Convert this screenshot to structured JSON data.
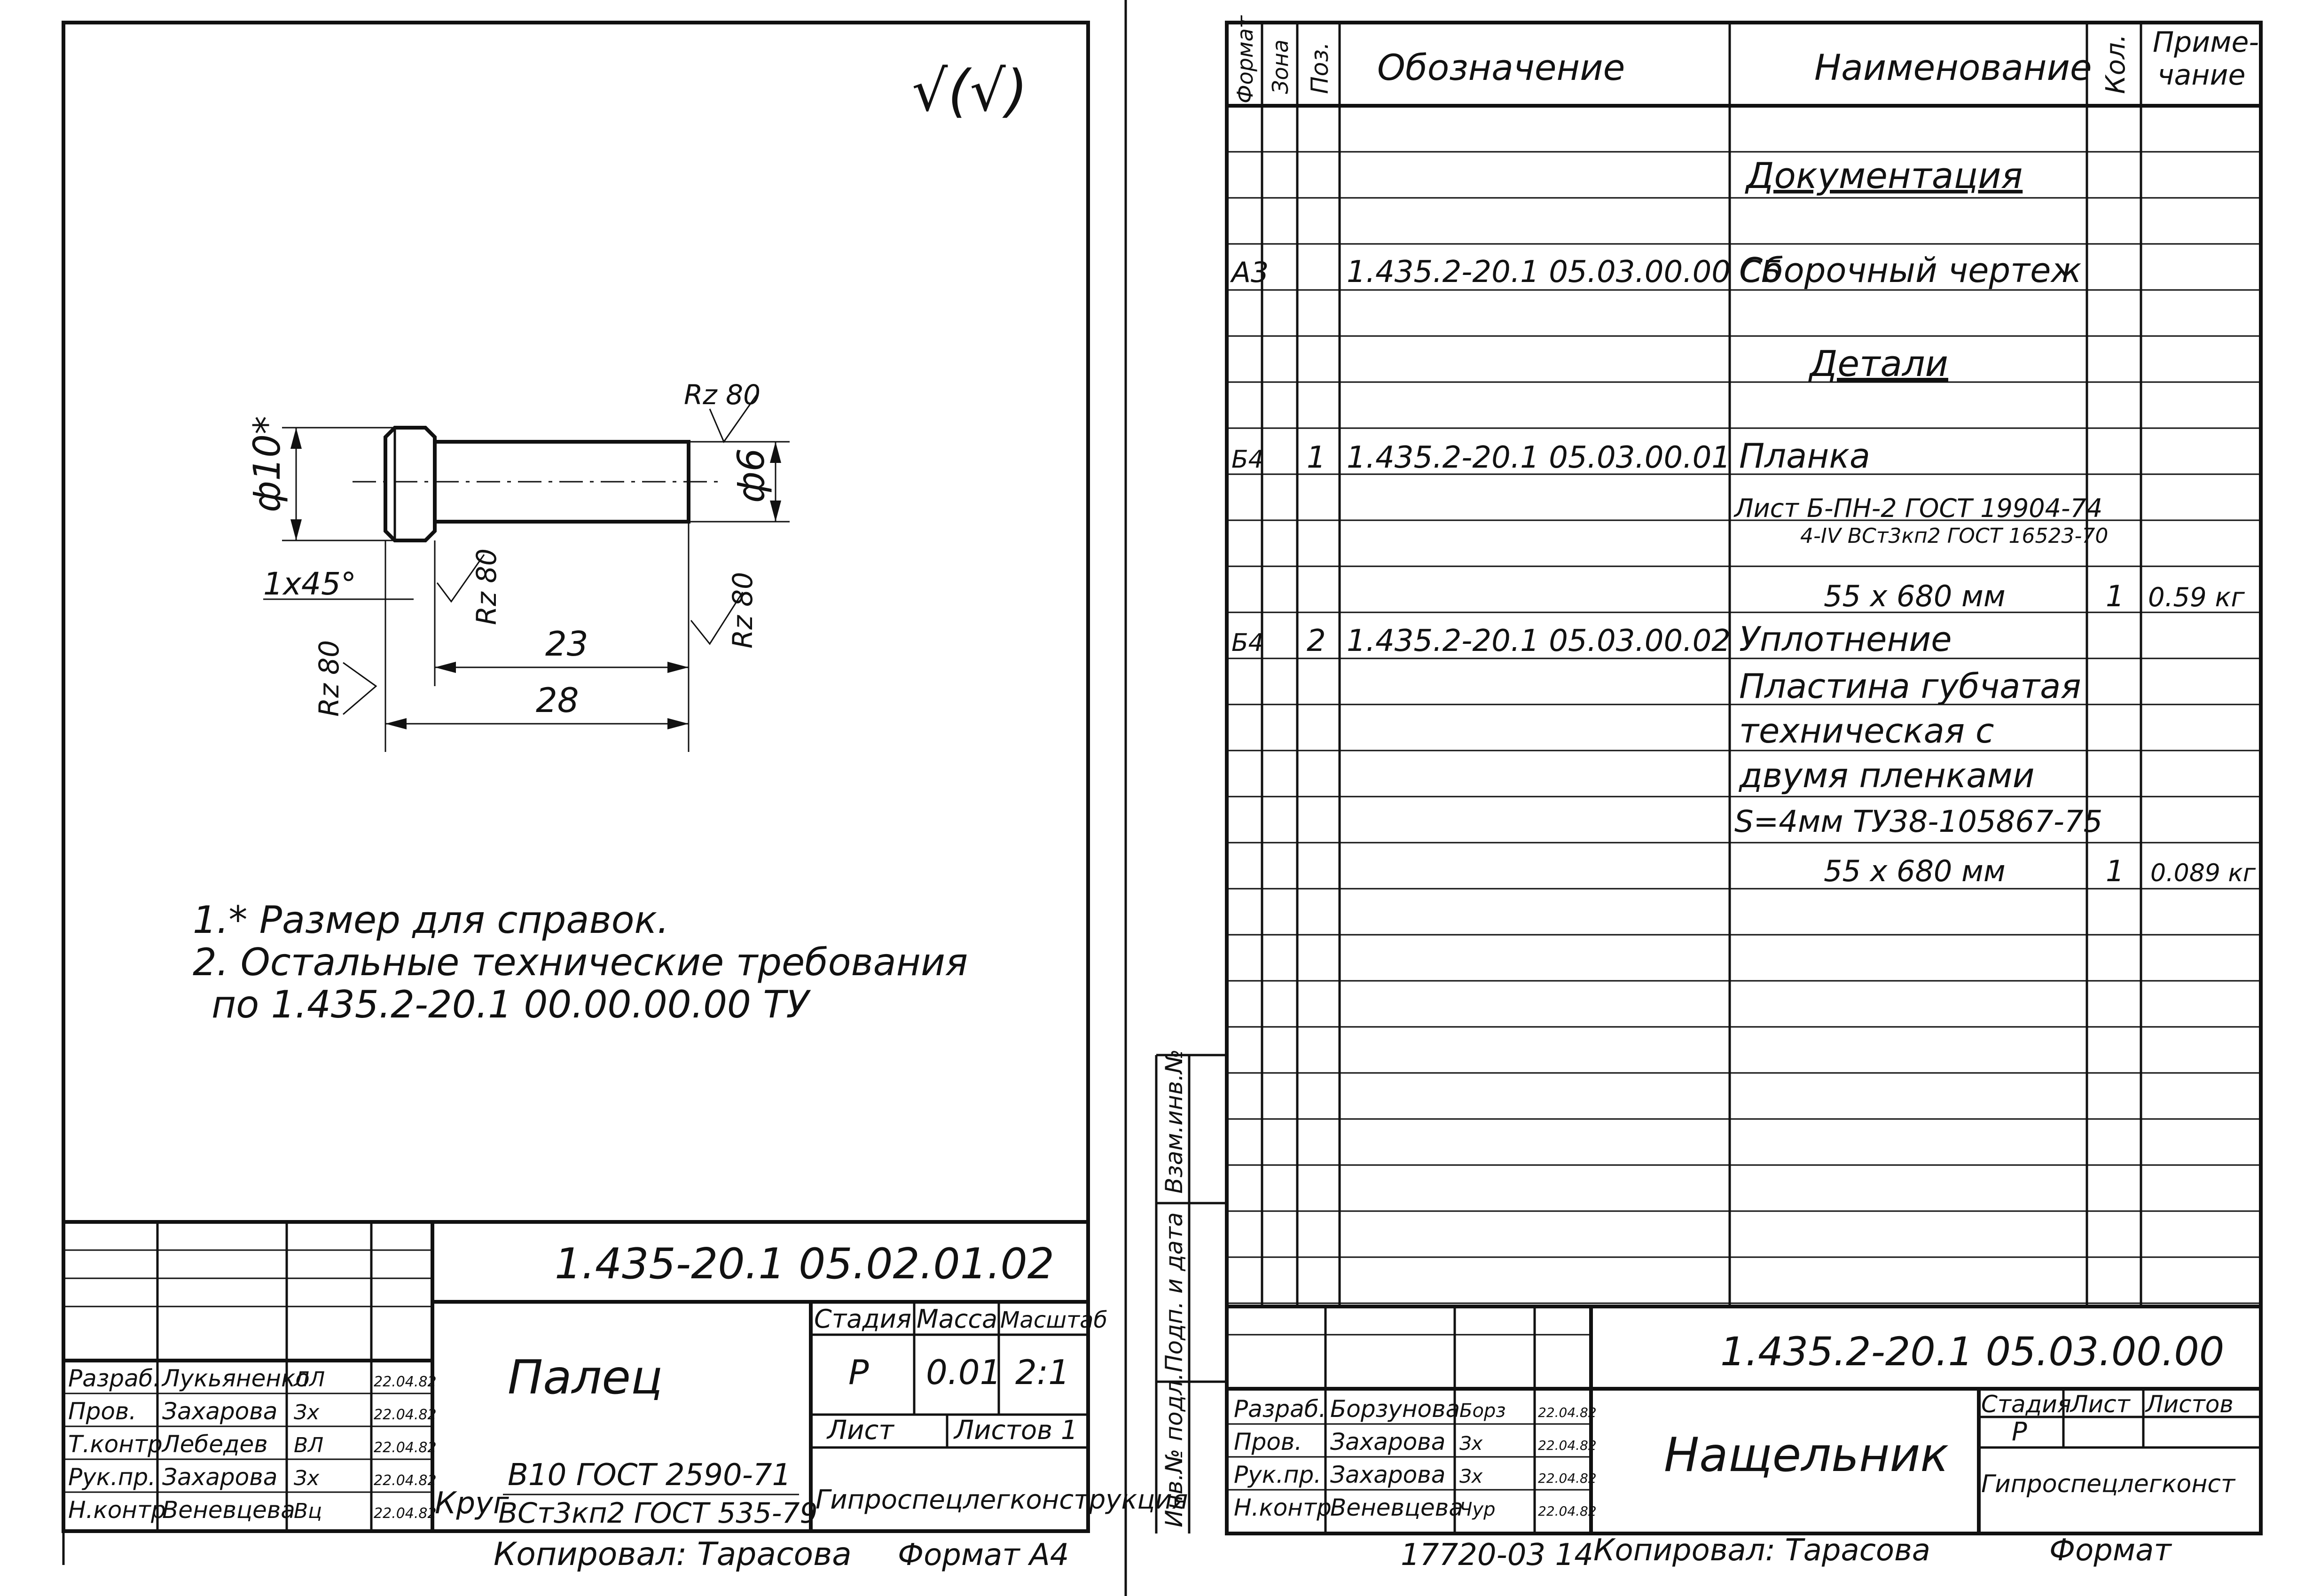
{
  "left_sheet": {
    "surface_mark": "√(√)",
    "dimensions": {
      "diameter_head": "ф10*",
      "diameter_shaft": "ф6",
      "chamfer": "1x45°",
      "length_shaft": "23",
      "length_total": "28",
      "roughness": [
        "Rz 80",
        "Rz 80",
        "Rz 80",
        "Rz 80"
      ]
    },
    "notes": [
      "1.* Размер  для справок.",
      "2. Остальные технические требования",
      "по 1.435.2-20.1  00.00.00.00 ТУ"
    ],
    "title_block": {
      "designation": "1.435-20.1  05.02.01.02",
      "name": "Палец",
      "stage_label": "Стадия",
      "mass_label": "Масса",
      "scale_label": "Масштаб",
      "stage": "Р",
      "mass": "0.01",
      "scale": "2:1",
      "sheet_label": "Лист",
      "sheets_label": "Листов 1",
      "material_prefix": "Круг",
      "material_line1": "В10 ГОСТ 2590-71",
      "material_line2": "ВСт3кп2 ГОСТ 535-79",
      "organization": "Гипроспецлегконструкция",
      "roles": [
        {
          "role": "Разраб.",
          "name": "Лукьяненко",
          "sign": "ЛЛ",
          "date": "22.04.82"
        },
        {
          "role": "Пров.",
          "name": "Захарова",
          "sign": "Зх",
          "date": "22.04.82"
        },
        {
          "role": "Т.контр",
          "name": "Лебедев",
          "sign": "ВЛ",
          "date": "22.04.82"
        },
        {
          "role": "Рук.пр.",
          "name": "Захарова",
          "sign": "Зх",
          "date": "22.04.82"
        },
        {
          "role": "Н.контр",
          "name": "Веневцева",
          "sign": "Вц",
          "date": "22.04.82"
        }
      ]
    },
    "copied_by": "Копировал: Тарасова",
    "format": "Формат А4"
  },
  "right_sheet": {
    "header": {
      "format": "Формат",
      "zone": "Зона",
      "pos": "Поз.",
      "designation": "Обозначение",
      "name": "Наименование",
      "qty": "Кол.",
      "note": "Приме-\nчание",
      "note_line1": "Приме-",
      "note_line2": "чание"
    },
    "rows": [
      {
        "format": "",
        "pos": "",
        "designation": "",
        "name": "",
        "qty": "",
        "note": ""
      },
      {
        "format": "",
        "pos": "",
        "designation": "",
        "name": "Документация",
        "qty": "",
        "note": ""
      },
      {
        "format": "A3",
        "pos": "",
        "designation": "1.435.2-20.1  05.03.00.00 СБ",
        "name": "Сборочный чертеж",
        "qty": "",
        "note": ""
      },
      {
        "format": "",
        "pos": "",
        "designation": "",
        "name": "Детали",
        "qty": "",
        "note": ""
      },
      {
        "format": "Б4",
        "pos": "1",
        "designation": "1.435.2-20.1  05.03.00.01",
        "name": "Планка",
        "qty": "",
        "note": ""
      },
      {
        "format": "",
        "pos": "",
        "designation": "",
        "name": "Лист Б-ПН-2 ГОСТ 19904-74",
        "name2": "4-IV ВСт3кп2 ГОСТ 16523-70",
        "qty": "",
        "note": ""
      },
      {
        "format": "",
        "pos": "",
        "designation": "",
        "name": "55 х 680 мм",
        "qty": "1",
        "note": "0.59 кг"
      },
      {
        "format": "Б4",
        "pos": "2",
        "designation": "1.435.2-20.1  05.03.00.02",
        "name": "Уплотнение",
        "qty": "",
        "note": ""
      },
      {
        "format": "",
        "pos": "",
        "designation": "",
        "name": "Пластина губчатая",
        "qty": "",
        "note": ""
      },
      {
        "format": "",
        "pos": "",
        "designation": "",
        "name": "техническая с",
        "qty": "",
        "note": ""
      },
      {
        "format": "",
        "pos": "",
        "designation": "",
        "name": "двумя пленками",
        "qty": "",
        "note": ""
      },
      {
        "format": "",
        "pos": "",
        "designation": "",
        "name": "S=4мм ТУ38-105867-75",
        "qty": "",
        "note": ""
      },
      {
        "format": "",
        "pos": "",
        "designation": "",
        "name": "55 х 680 мм",
        "qty": "1",
        "note": "0.089 кг"
      }
    ],
    "side_labels": [
      "Взам.инв.№",
      "Подп. и дата",
      "Инв.№ подл."
    ],
    "title_block": {
      "designation": "1.435.2-20.1  05.03.00.00",
      "name": "Нащельник",
      "stage_label": "Стадия",
      "sheet_label": "Лист",
      "sheets_label": "Листов",
      "stage": "Р",
      "organization": "Гипроспецлегконст",
      "roles": [
        {
          "role": "Разраб.",
          "name": "Борзунова",
          "sign": "Борз",
          "date": "22.04.82"
        },
        {
          "role": "Пров.",
          "name": "Захарова",
          "sign": "Зх",
          "date": "22.04.82"
        },
        {
          "role": "Рук.пр.",
          "name": "Захарова",
          "sign": "Зх",
          "date": "22.04.82"
        },
        {
          "role": "Н.контр",
          "name": "Веневцева",
          "sign": "Чур",
          "date": "22.04.82"
        }
      ]
    },
    "bottom_code": "17720-03  14",
    "copied_by": "Копировал: Тарасова",
    "format": "Формат"
  }
}
